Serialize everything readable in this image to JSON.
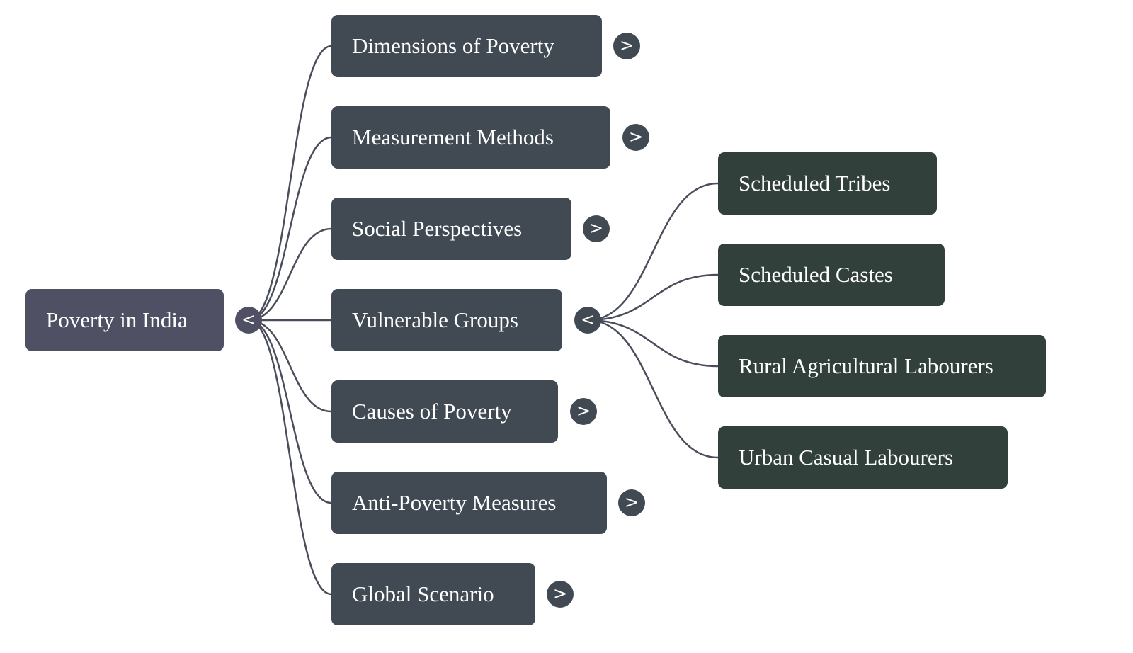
{
  "root": {
    "label": "Poverty in India",
    "toggle": "<"
  },
  "branches": [
    {
      "label": "Dimensions of Poverty",
      "toggle": ">"
    },
    {
      "label": "Measurement Methods",
      "toggle": ">"
    },
    {
      "label": "Social Perspectives",
      "toggle": ">"
    },
    {
      "label": "Vulnerable Groups",
      "toggle": "<"
    },
    {
      "label": "Causes of Poverty",
      "toggle": ">"
    },
    {
      "label": "Anti-Poverty Measures",
      "toggle": ">"
    },
    {
      "label": "Global Scenario",
      "toggle": ">"
    }
  ],
  "vulnerable_groups": [
    {
      "label": "Scheduled Tribes"
    },
    {
      "label": "Scheduled Castes"
    },
    {
      "label": "Rural Agricultural Labourers"
    },
    {
      "label": "Urban Casual Labourers"
    }
  ],
  "colors": {
    "root": "#4f5064",
    "branch": "#414a53",
    "leaf": "#32403c",
    "link": "#4a4e5c"
  }
}
